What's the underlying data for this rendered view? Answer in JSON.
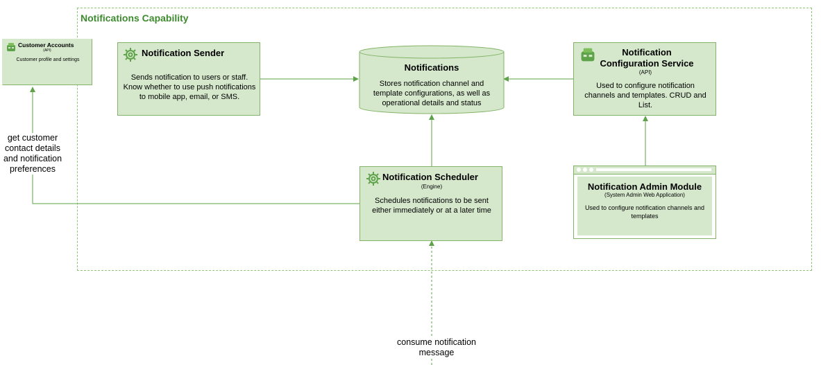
{
  "capability": {
    "title": "Notifications Capability"
  },
  "customer_accounts": {
    "title": "Customer Accounts",
    "sub": "(API)",
    "desc": "Customer profile and settings",
    "icon": "cube-icon"
  },
  "sender": {
    "title": "Notification Sender",
    "desc": "Sends notification to users or staff. Know whether to use push notifications to mobile app, email, or SMS.",
    "icon": "gear-icon"
  },
  "store": {
    "title": "Notifications",
    "desc": "Stores notification channel and template configurations, as well as operational details and status"
  },
  "config_service": {
    "title": "Notification Configuration Service",
    "sub": "(API)",
    "desc": "Used to configure notification channels and templates. CRUD and List.",
    "icon": "cube-icon"
  },
  "scheduler": {
    "title": "Notification Scheduler",
    "sub": "(Engine)",
    "desc": "Schedules notifications to be sent either immediately or at a later time",
    "icon": "gear-icon"
  },
  "admin_module": {
    "title": "Notification Admin Module",
    "sub": "(System Admin Web Application)",
    "desc": "Used to configure notification channels and templates",
    "icon": "browser-window-icon"
  },
  "labels": {
    "customer_contact": "get customer contact details and notification preferences",
    "consume": "consume notification message"
  },
  "colors": {
    "fill": "#d5e8cc",
    "stroke": "#82b366",
    "accent": "#3e8a2e",
    "line": "#5ea34a"
  }
}
